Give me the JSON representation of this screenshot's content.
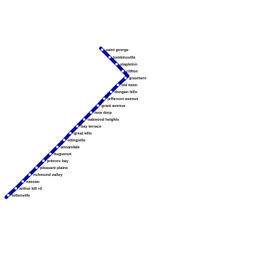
{
  "map": {
    "line_color": "#0a0a8c",
    "station_color": "#ffffff",
    "label_color": "#111111",
    "stations": [
      {
        "name": "saint george"
      },
      {
        "name": "tomkinsville"
      },
      {
        "name": "stapleton"
      },
      {
        "name": "clifton"
      },
      {
        "name": "grasmere"
      },
      {
        "name": "old town"
      },
      {
        "name": "dongan hills"
      },
      {
        "name": "jefferson avenue"
      },
      {
        "name": "grant avenue"
      },
      {
        "name": "new dorp"
      },
      {
        "name": "oakwood heights"
      },
      {
        "name": "bay terrace"
      },
      {
        "name": "great kills"
      },
      {
        "name": "eltingville"
      },
      {
        "name": "annandale"
      },
      {
        "name": "huguenot"
      },
      {
        "name": "princes bay"
      },
      {
        "name": "pleasant plains"
      },
      {
        "name": "richmond valley"
      },
      {
        "name": "nassau"
      },
      {
        "name": "arthur kill rd"
      },
      {
        "name": "tottenville"
      }
    ]
  }
}
